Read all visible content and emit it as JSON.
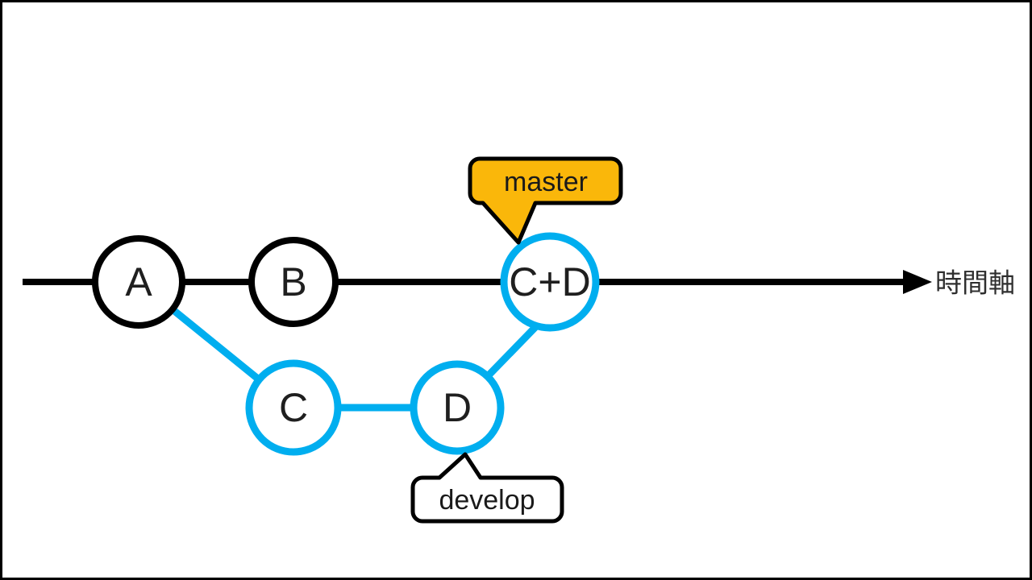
{
  "colors": {
    "branch_blue": "#00AEEF",
    "master_bubble_fill": "#FAB70A",
    "outline_black": "#000000",
    "node_fill": "#ffffff"
  },
  "axis": {
    "label": "時間軸"
  },
  "nodes": {
    "a": "A",
    "b": "B",
    "merge": "C+D",
    "c": "C",
    "d": "D"
  },
  "branch_labels": {
    "master": "master",
    "develop": "develop"
  }
}
